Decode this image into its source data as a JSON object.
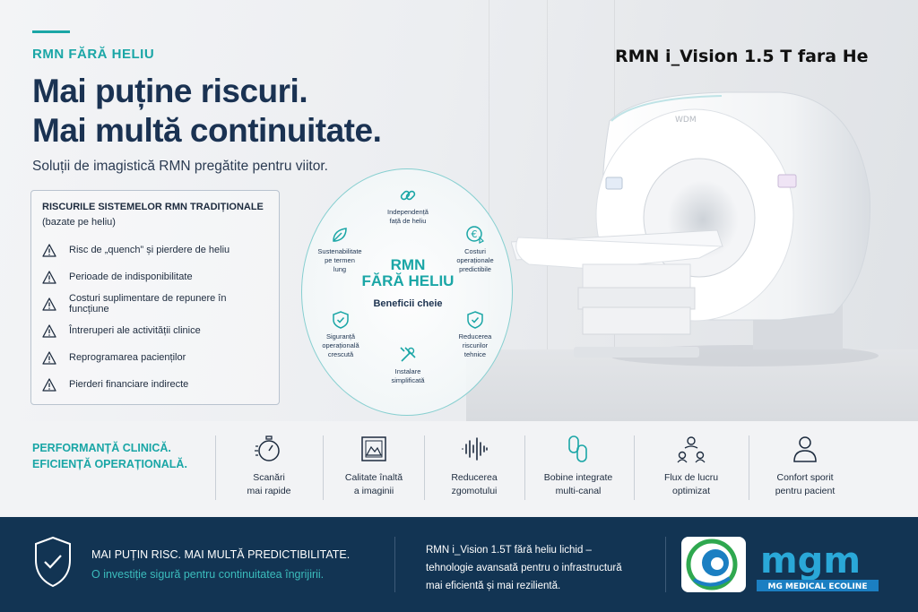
{
  "hero": {
    "eyebrow": "RMN FĂRĂ HELIU",
    "headline_line1": "Mai puține riscuri.",
    "headline_line2": "Mai multă continuitate.",
    "subline": "Soluții de imagistică RMN pregătite pentru viitor.",
    "product_title": "RMN i_Vision 1.5 T fara He",
    "machine_brand": "WDM"
  },
  "risks": {
    "title": "RISCURILE SISTEMELOR RMN TRADIȚIONALE",
    "subtitle": "(bazate pe heliu)",
    "items": [
      "Risc de „quench” și pierdere de heliu",
      "Perioade de indisponibilitate",
      "Costuri suplimentare de repunere în funcțiune",
      "Întreruperi ale activității clinice",
      "Reprogramarea pacienților",
      "Pierderi financiare indirecte"
    ]
  },
  "benefits": {
    "title_line1": "RMN",
    "title_line2": "FĂRĂ HELIU",
    "subtitle": "Beneficii cheie",
    "items": [
      {
        "line1": "Independență",
        "line2": "față de heliu",
        "line3": "",
        "icon": "link-icon"
      },
      {
        "line1": "Costuri",
        "line2": "operaționale",
        "line3": "predictibile",
        "icon": "euro-icon"
      },
      {
        "line1": "Reducerea",
        "line2": "riscurilor",
        "line3": "tehnice",
        "icon": "shield-check-icon"
      },
      {
        "line1": "Instalare",
        "line2": "simplificată",
        "line3": "",
        "icon": "tools-icon"
      },
      {
        "line1": "Siguranță",
        "line2": "operațională",
        "line3": "crescută",
        "icon": "shield-check-icon"
      },
      {
        "line1": "Sustenabilitate",
        "line2": "pe termen",
        "line3": "lung",
        "icon": "leaf-icon"
      }
    ]
  },
  "performance": {
    "title_line1": "PERFORMANȚĂ CLINICĂ.",
    "title_line2": "EFICIENȚĂ OPERAȚIONALĂ.",
    "features": [
      {
        "line1": "Scanări",
        "line2": "mai rapide",
        "icon": "stopwatch-icon"
      },
      {
        "line1": "Calitate înaltă",
        "line2": "a imaginii",
        "icon": "image-icon"
      },
      {
        "line1": "Reducerea",
        "line2": "zgomotului",
        "icon": "soundwave-icon"
      },
      {
        "line1": "Bobine integrate",
        "line2": "multi-canal",
        "icon": "coil-icon"
      },
      {
        "line1": "Flux de lucru",
        "line2": "optimizat",
        "icon": "workflow-icon"
      },
      {
        "line1": "Confort sporit",
        "line2": "pentru pacient",
        "icon": "patient-icon"
      }
    ]
  },
  "footer": {
    "title": "MAI PUȚIN RISC. MAI MULTĂ PREDICTIBILITATE.",
    "subtitle": "O investiție sigură pentru continuitatea îngrijirii.",
    "text_line1": "RMN i_Vision 1.5T fără heliu lichid –",
    "text_line2": "tehnologie avansată pentru o infrastructură",
    "text_line3": "mai eficientă și mai rezilientă.",
    "logo_word": "mgm",
    "logo_tagline": "MG MEDICAL ECOLINE"
  },
  "colors": {
    "accent": "#1aa6a6",
    "navy": "#1a3252",
    "footer_bg": "#123453",
    "logo_blue": "#1b7fc2",
    "logo_green": "#2fa84f"
  }
}
